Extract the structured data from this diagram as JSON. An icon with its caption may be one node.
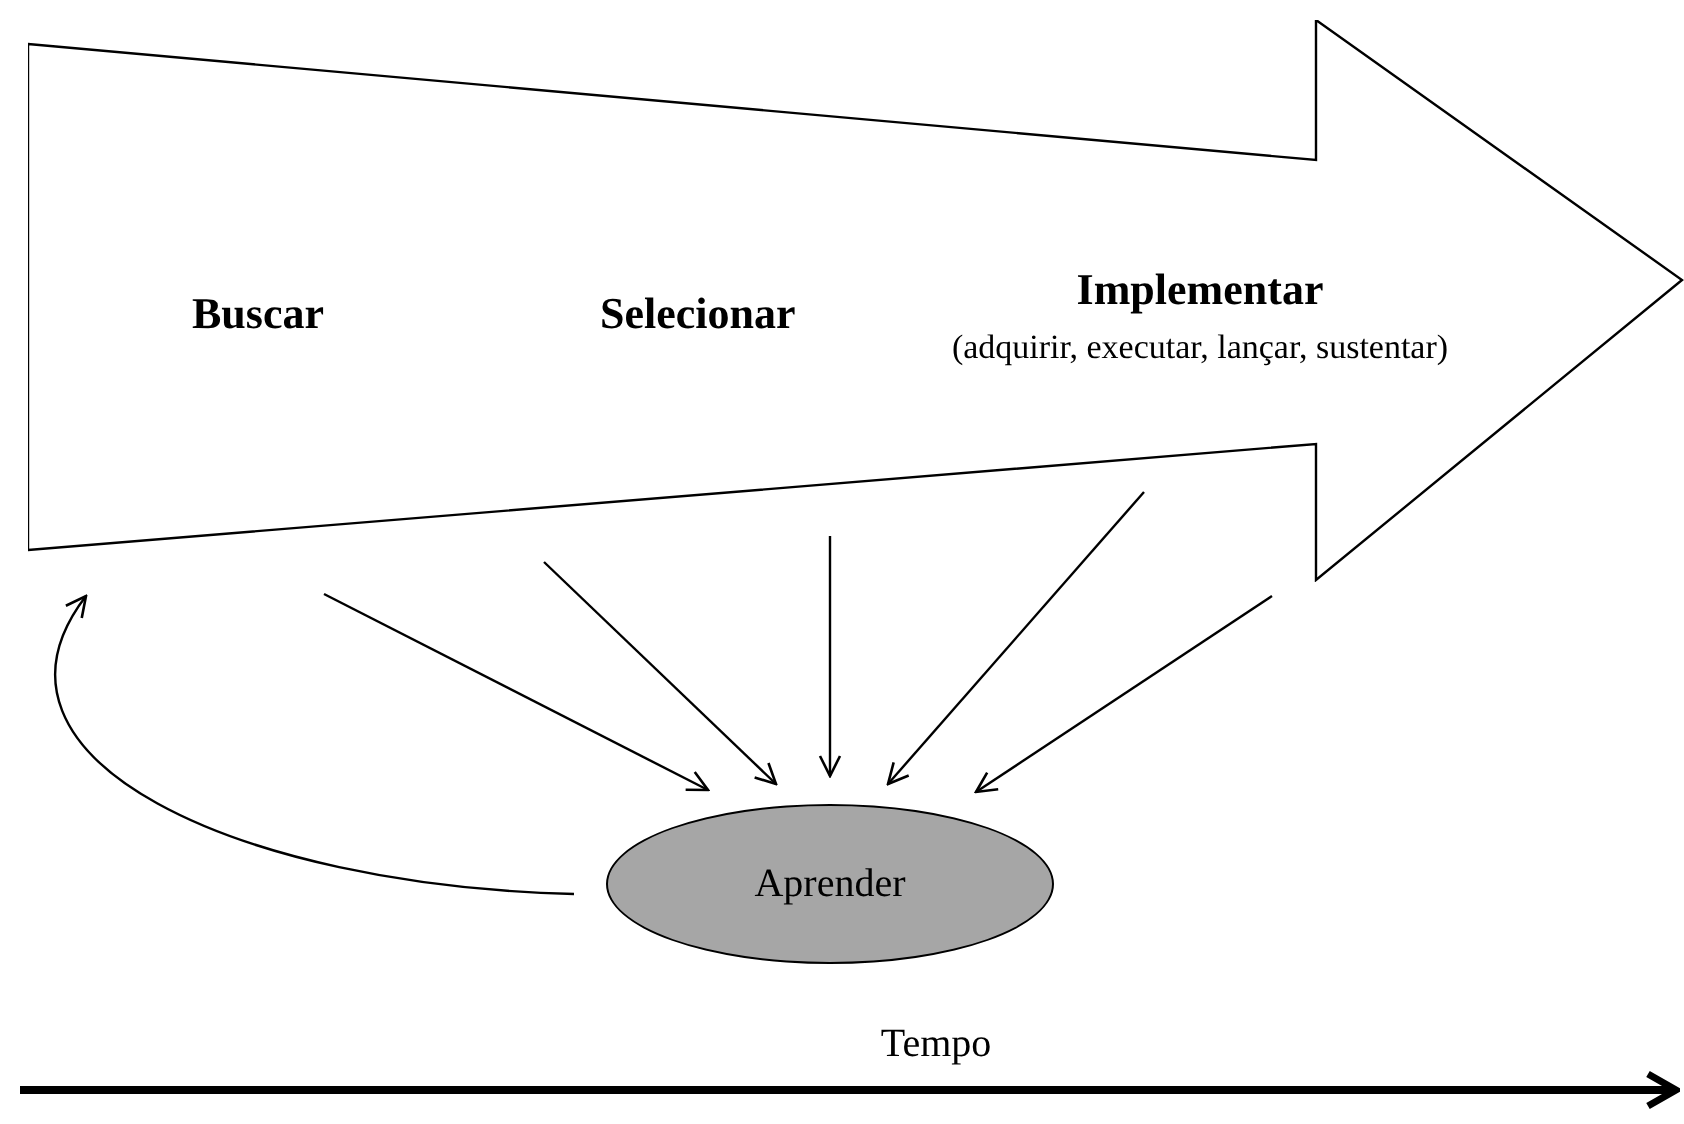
{
  "diagram": {
    "nodes": [
      {
        "text": [
          "Buscar",
          "Selecionar",
          "Implementar",
          "(adquirir, executar, lançar, sustentar)"
        ]
      },
      {
        "text": [
          "Aprender"
        ]
      }
    ],
    "edges": [
      {
        "from": 0,
        "to": 1,
        "arrow": "to"
      },
      {
        "from": 0,
        "to": 1,
        "arrow": "to"
      },
      {
        "from": 0,
        "to": 1,
        "arrow": "to"
      },
      {
        "from": 0,
        "to": 1,
        "arrow": "to"
      },
      {
        "from": 0,
        "to": 1,
        "arrow": "to"
      },
      {
        "from": 1,
        "to": 0,
        "arrow": "to"
      }
    ],
    "labels": [
      "Tempo"
    ]
  }
}
